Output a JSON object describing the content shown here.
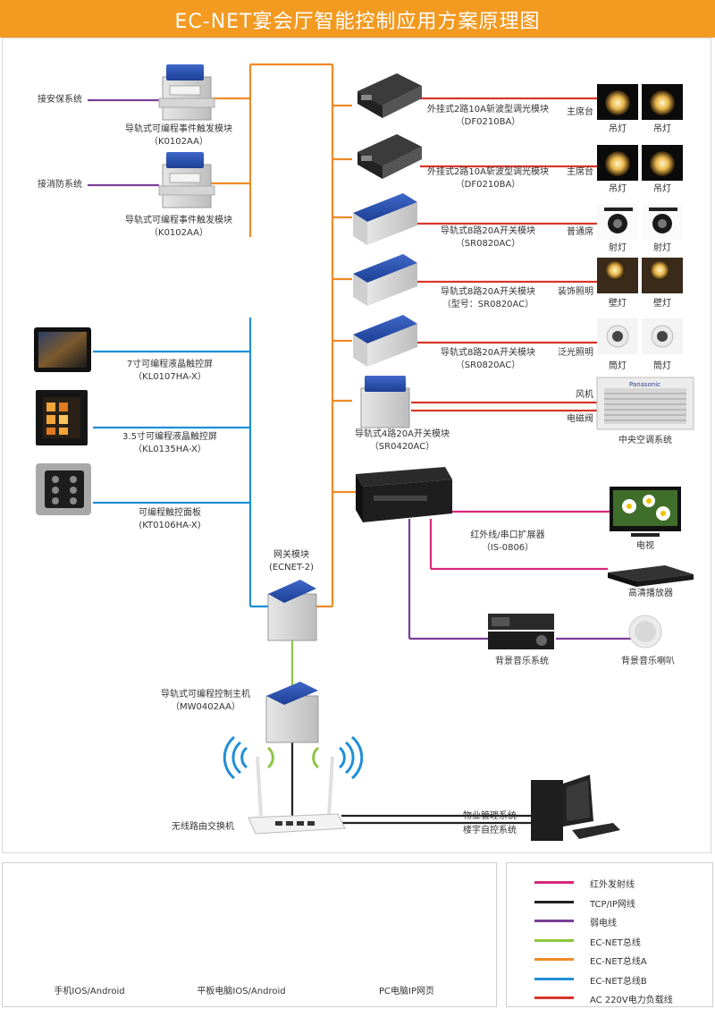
{
  "title": "EC-NET宴会厅智能控制应用方案原理图",
  "colors": {
    "header": "#f39a21",
    "ir": "#d6287c",
    "tcp": "#222222",
    "weak": "#7b3f98",
    "ecnet": "#8cc63f",
    "ecnet_a": "#f08a24",
    "ecnet_b": "#1f8fd6",
    "ac": "#d9362b"
  },
  "inputs": {
    "security": "接安保系统",
    "fire": "接消防系统"
  },
  "event_modules": [
    {
      "name": "导轨式可编程事件触发模块",
      "model": "（K0102AA）"
    },
    {
      "name": "导轨式可编程事件触发模块",
      "model": "（K0102AA）"
    }
  ],
  "touch_panels": [
    {
      "name": "7寸可编程液晶触控屏",
      "model": "（KL0107HA-X）"
    },
    {
      "name": "3.5寸可编程液晶触控屏",
      "model": "（KL0135HA-X）"
    },
    {
      "name": "可编程触控面板",
      "model": "(KT0106HA-X)"
    }
  ],
  "gateway": {
    "name": "网关模块",
    "model": "(ECNET-2)"
  },
  "host": {
    "name": "导轨式可编程控制主机",
    "model": "（MW0402AA）"
  },
  "router": {
    "name": "无线路由交换机"
  },
  "modules": [
    {
      "name": "外挂式2路10A斩波型调光模块",
      "model": "（DF0210BA）",
      "zone": "主席台",
      "devices": [
        "吊灯",
        "吊灯"
      ]
    },
    {
      "name": "外挂式2路10A斩波型调光模块",
      "model": "（DF0210BA）",
      "zone": "主席台",
      "devices": [
        "吊灯",
        "吊灯"
      ]
    },
    {
      "name": "导轨式8路20A开关模块",
      "model": "（SR0820AC）",
      "zone": "普通席",
      "devices": [
        "射灯",
        "射灯"
      ]
    },
    {
      "name": "导轨式8路20A开关模块",
      "model": "（型号：SR0820AC）",
      "zone": "装饰照明",
      "devices": [
        "壁灯",
        "壁灯"
      ]
    },
    {
      "name": "导轨式8路20A开关模块",
      "model": "（SR0820AC）",
      "zone": "泛光照明",
      "devices": [
        "筒灯",
        "筒灯"
      ]
    }
  ],
  "hvac": {
    "name": "导轨式4路20A开关模块",
    "model": "（SR0420AC）",
    "fan": "风机",
    "valve": "电磁阀",
    "system": "中央空调系统",
    "brand": "Panasonic"
  },
  "ir_extender": {
    "name": "红外线/串口扩展器",
    "model": "（IS-0806）"
  },
  "av": {
    "tv": "电视",
    "player": "高清播放器",
    "music": "背景音乐系统",
    "speaker": "背景音乐喇叭"
  },
  "network": {
    "property": "物业管理系统",
    "building": "楼宇自控系统"
  },
  "clients": [
    "手机IOS/Android",
    "平板电脑IOS/Android",
    "PC电脑IP网页"
  ],
  "legend": [
    {
      "label": "红外发射线",
      "color": "#d6287c"
    },
    {
      "label": "TCP/IP网线",
      "color": "#222222"
    },
    {
      "label": "弱电线",
      "color": "#7b3f98"
    },
    {
      "label": "EC-NET总线",
      "color": "#8cc63f"
    },
    {
      "label": "EC-NET总线A",
      "color": "#f08a24"
    },
    {
      "label": "EC-NET总线B",
      "color": "#1f8fd6"
    },
    {
      "label": "AC 220V电力负载线",
      "color": "#d9362b"
    }
  ]
}
